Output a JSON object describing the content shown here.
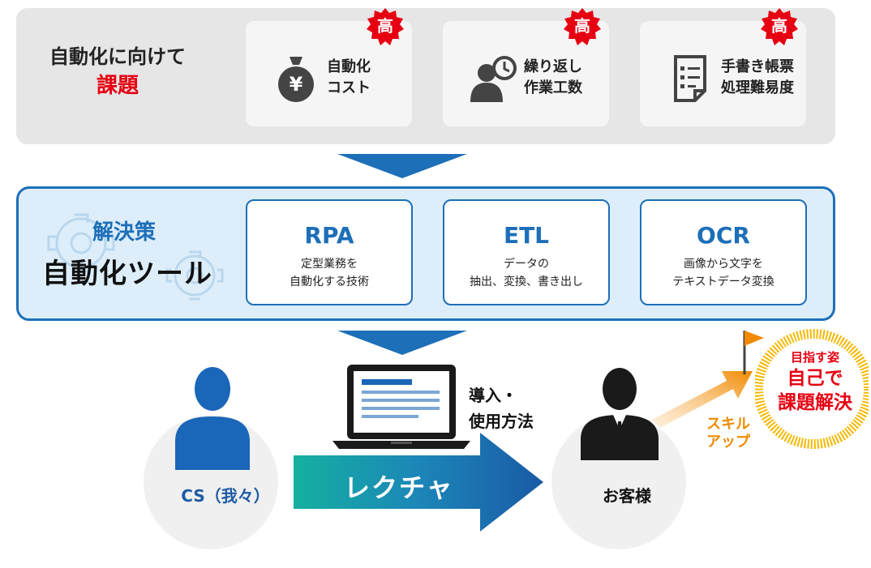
{
  "challenges": {
    "title_line1": "自動化に向けて",
    "title_line2": "課題",
    "items": [
      {
        "label": "自動化\nコスト",
        "icon": "money-bag-yen-icon",
        "badge": "高"
      },
      {
        "label": "繰り返し\n作業工数",
        "icon": "person-clock-icon",
        "badge": "高"
      },
      {
        "label": "手書き帳票\n処理難易度",
        "icon": "document-list-icon",
        "badge": "高"
      }
    ],
    "badge_color": "#e60012"
  },
  "solution": {
    "subtitle": "解決策",
    "title": "自動化ツール",
    "tools": [
      {
        "name": "RPA",
        "desc": "定型業務を\n自動化する技術"
      },
      {
        "name": "ETL",
        "desc": "データの\n抽出、変換、書き出し"
      },
      {
        "name": "OCR",
        "desc": "画像から文字を\nテキストデータ変換"
      }
    ],
    "accent": "#1d6fb8"
  },
  "flow": {
    "cs_label": "CS（我々）",
    "customer_label": "お客様",
    "lecture_label": "レクチャ",
    "intro_label": "導入・\n使用方法",
    "skillup_label": "スキル\nアップ",
    "goal_sub": "目指す姿",
    "goal_main": "自己で\n課題解決"
  }
}
